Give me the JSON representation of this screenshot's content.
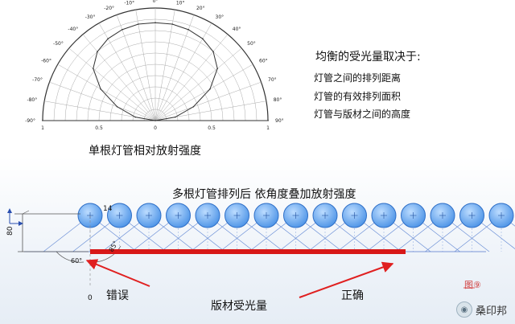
{
  "factors": {
    "heading": "均衡的受光量取决于:",
    "items": [
      "灯管之间的排列距离",
      "灯管的有效排列面积",
      "灯管与版材之间的高度"
    ]
  },
  "captions": {
    "single_tube": "单根灯管相对放射强度",
    "multi_tube": "多根灯管排列后  依角度叠加放射强度"
  },
  "labels": {
    "wrong": "错误",
    "correct": "正确",
    "panel_light": "版材受光量",
    "figure_mark": "图⑨"
  },
  "dimensions": {
    "spacing": "14",
    "height": "80",
    "angle_left": "60°",
    "angle_right": "85°",
    "origin": "0"
  },
  "brand": {
    "name": "桑印邦"
  },
  "colors": {
    "tube_fill": "#6aaaf0",
    "tube_stroke": "#2f6fc7",
    "panel": "#d81818",
    "arrow": "#e02020"
  },
  "chart_data": {
    "type": "polar",
    "angle_labels": [
      "-90°",
      "-80°",
      "-70°",
      "-60°",
      "-50°",
      "-40°",
      "-30°",
      "-20°",
      "-10°",
      "0°",
      "10°",
      "20°",
      "30°",
      "40°",
      "50°",
      "60°",
      "70°",
      "80°",
      "90°"
    ],
    "radial_tick_labels": [
      "1",
      "0.5",
      "0",
      "0.5",
      "1"
    ],
    "angles": [
      -90,
      -80,
      -70,
      -60,
      -50,
      -40,
      -30,
      -20,
      -10,
      0,
      10,
      20,
      30,
      40,
      50,
      60,
      70,
      80,
      90
    ],
    "relative_intensity": [
      0,
      0.18,
      0.36,
      0.56,
      0.72,
      0.8,
      0.84,
      0.86,
      0.87,
      0.87,
      0.87,
      0.86,
      0.84,
      0.8,
      0.72,
      0.56,
      0.36,
      0.18,
      0
    ],
    "radial_range": [
      0,
      1
    ]
  },
  "tube_array": {
    "count": 15
  }
}
